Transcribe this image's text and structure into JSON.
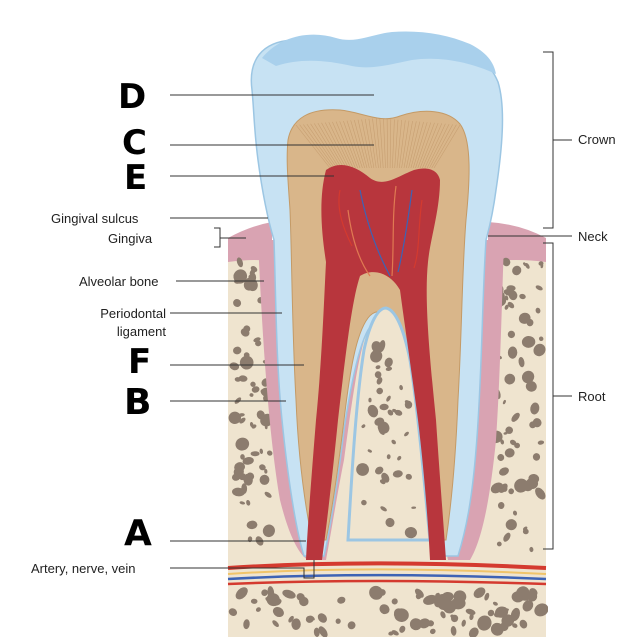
{
  "left_labels": {
    "gingival_sulcus": "Gingival sulcus",
    "gingiva": "Gingiva",
    "alveolar_bone": "Alveolar bone",
    "periodontal_ligament_line1": "Periodontal",
    "periodontal_ligament_line2": "ligament",
    "artery_nerve_vein": "Artery, nerve, vein"
  },
  "right_labels": {
    "crown": "Crown",
    "neck": "Neck",
    "root": "Root"
  },
  "handwritten_letters": {
    "d": "D",
    "c": "C",
    "e": "E",
    "f": "F",
    "b": "B",
    "a": "A"
  },
  "colors": {
    "enamel": "#c7e2f3",
    "enamel_top": "#a9d0ec",
    "dentin": "#d9b68a",
    "pulp": "#b8363d",
    "gingiva": "#d9a3b2",
    "bone": "#efe4cf",
    "bone_spots": "#8c7c6e",
    "artery": "#d43a2f",
    "vein": "#3d63b5",
    "leader": "#333333"
  }
}
